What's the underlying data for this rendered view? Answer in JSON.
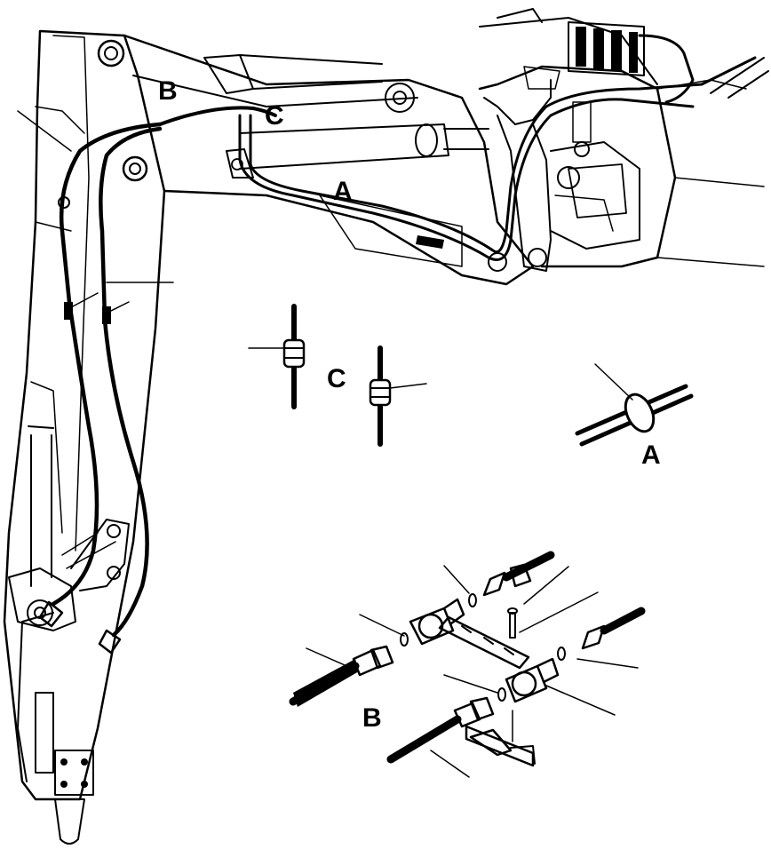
{
  "diagram": {
    "labels": {
      "B_top": "B",
      "C_top": "C",
      "A_top": "A",
      "C_detail": "C",
      "A_detail": "A",
      "B_detail": "B"
    },
    "colors": {
      "ink": "#000000",
      "paper": "#ffffff"
    }
  }
}
